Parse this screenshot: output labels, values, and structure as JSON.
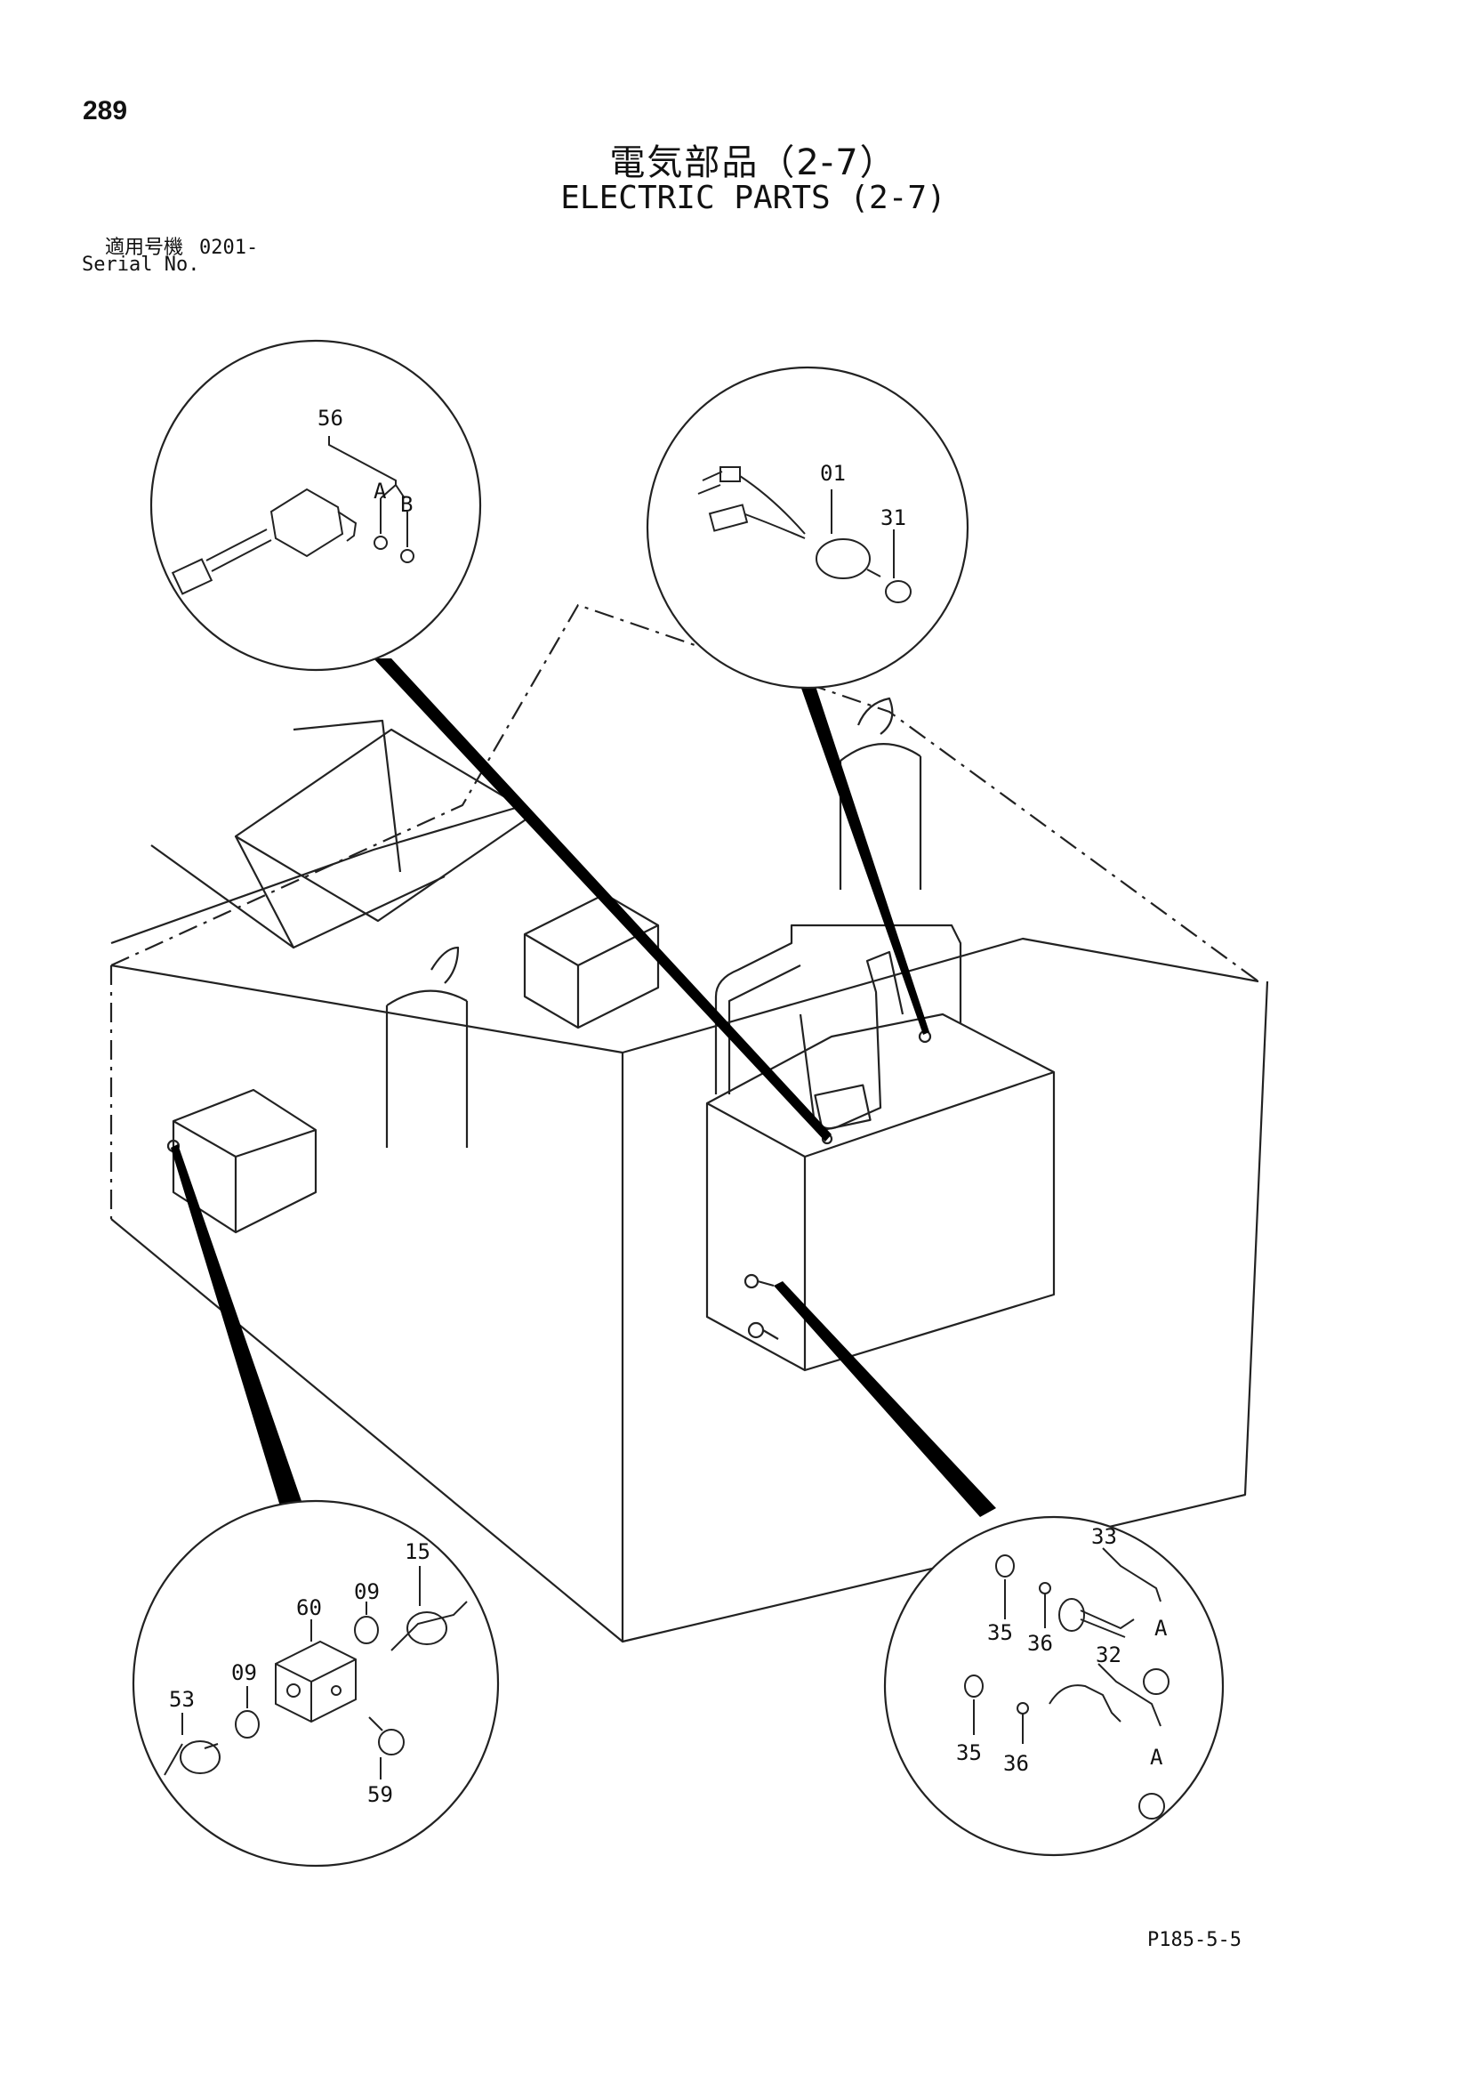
{
  "page_number": "289",
  "title_ja": "電気部品（2-7）",
  "title_en": "ELECTRIC PARTS (2-7)",
  "serial": {
    "label_ja": "適用号機",
    "value": "0201-",
    "label_en": "Serial No."
  },
  "drawing_code": "P185-5-5",
  "callouts": {
    "detail_top_left": {
      "part": "56",
      "ref_a": "A",
      "ref_b": "B"
    },
    "detail_top_right": {
      "part_1": "01",
      "part_2": "31"
    },
    "detail_bottom_left": {
      "part_1": "15",
      "part_2": "09",
      "part_3": "60",
      "part_4": "09",
      "part_5": "53",
      "part_6": "59"
    },
    "detail_bottom_right": {
      "part_1": "33",
      "part_2": "35",
      "part_3": "36",
      "ref_a1": "A",
      "part_4": "32",
      "part_5": "35",
      "part_6": "36",
      "ref_a2": "A"
    }
  }
}
